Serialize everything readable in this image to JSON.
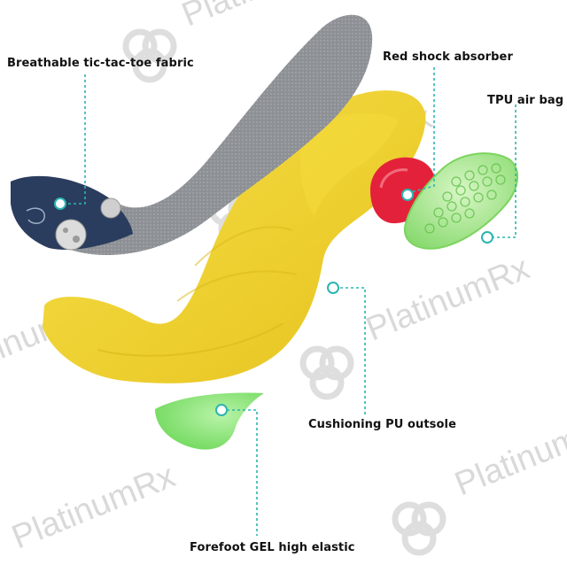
{
  "watermark": {
    "brand_text": "PlatinumRx",
    "logo_icon": "interlocking-rings-logo-icon"
  },
  "callouts": {
    "fabric": "Breathable tic-tac-toe fabric",
    "shock_absorber": "Red shock absorber",
    "air_bag": "TPU air bag",
    "outsole": "Cushioning PU outsole",
    "forefoot_gel": "Forefoot GEL high elastic"
  },
  "colors": {
    "leader_line": "#2bb5b0",
    "top_fabric": "#8c8f94",
    "fabric_print": "#2b3d5e",
    "outsole": "#f2d22a",
    "shock_absorber": "#e4213a",
    "air_bag": "#8fe07a",
    "forefoot_gel": "#6fe25a"
  }
}
